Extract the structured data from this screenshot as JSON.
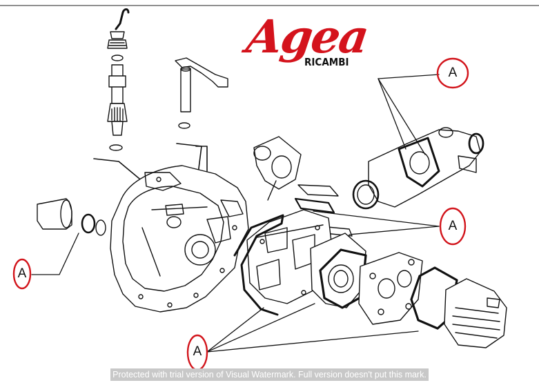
{
  "logo": {
    "name": "Agea",
    "subtitle": "RICAMBI",
    "name_color": "#d4131c",
    "subtitle_color": "#111111"
  },
  "callouts": [
    {
      "label": "A"
    },
    {
      "label": "A"
    },
    {
      "label": "A"
    },
    {
      "label": "A"
    }
  ],
  "callout_color": "#d2141b",
  "watermark": {
    "text": "Protected with trial version of Visual Watermark. Full version doesn't put this mark.",
    "color": "#ffffff",
    "background": "#c8c8c8"
  }
}
